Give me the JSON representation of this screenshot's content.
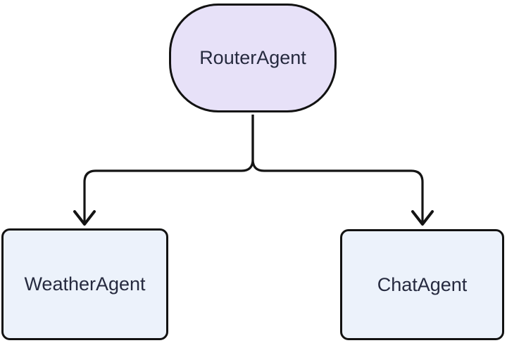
{
  "diagram": {
    "type": "flowchart",
    "direction": "top-down",
    "background_color": "#ffffff",
    "edge_color": "#141414",
    "node_border_color": "#121212",
    "text_color": "#262a3f",
    "nodes": [
      {
        "id": "router",
        "label": "RouterAgent",
        "shape": "stadium",
        "fill": "#e7e1f8"
      },
      {
        "id": "weather",
        "label": "WeatherAgent",
        "shape": "rounded-rect",
        "fill": "#ecf2fb"
      },
      {
        "id": "chat",
        "label": "ChatAgent",
        "shape": "rounded-rect",
        "fill": "#ecf2fb"
      }
    ],
    "edges": [
      {
        "from": "RouterAgent",
        "to": "WeatherAgent",
        "arrow": "open-chevron"
      },
      {
        "from": "RouterAgent",
        "to": "ChatAgent",
        "arrow": "open-chevron"
      }
    ]
  }
}
